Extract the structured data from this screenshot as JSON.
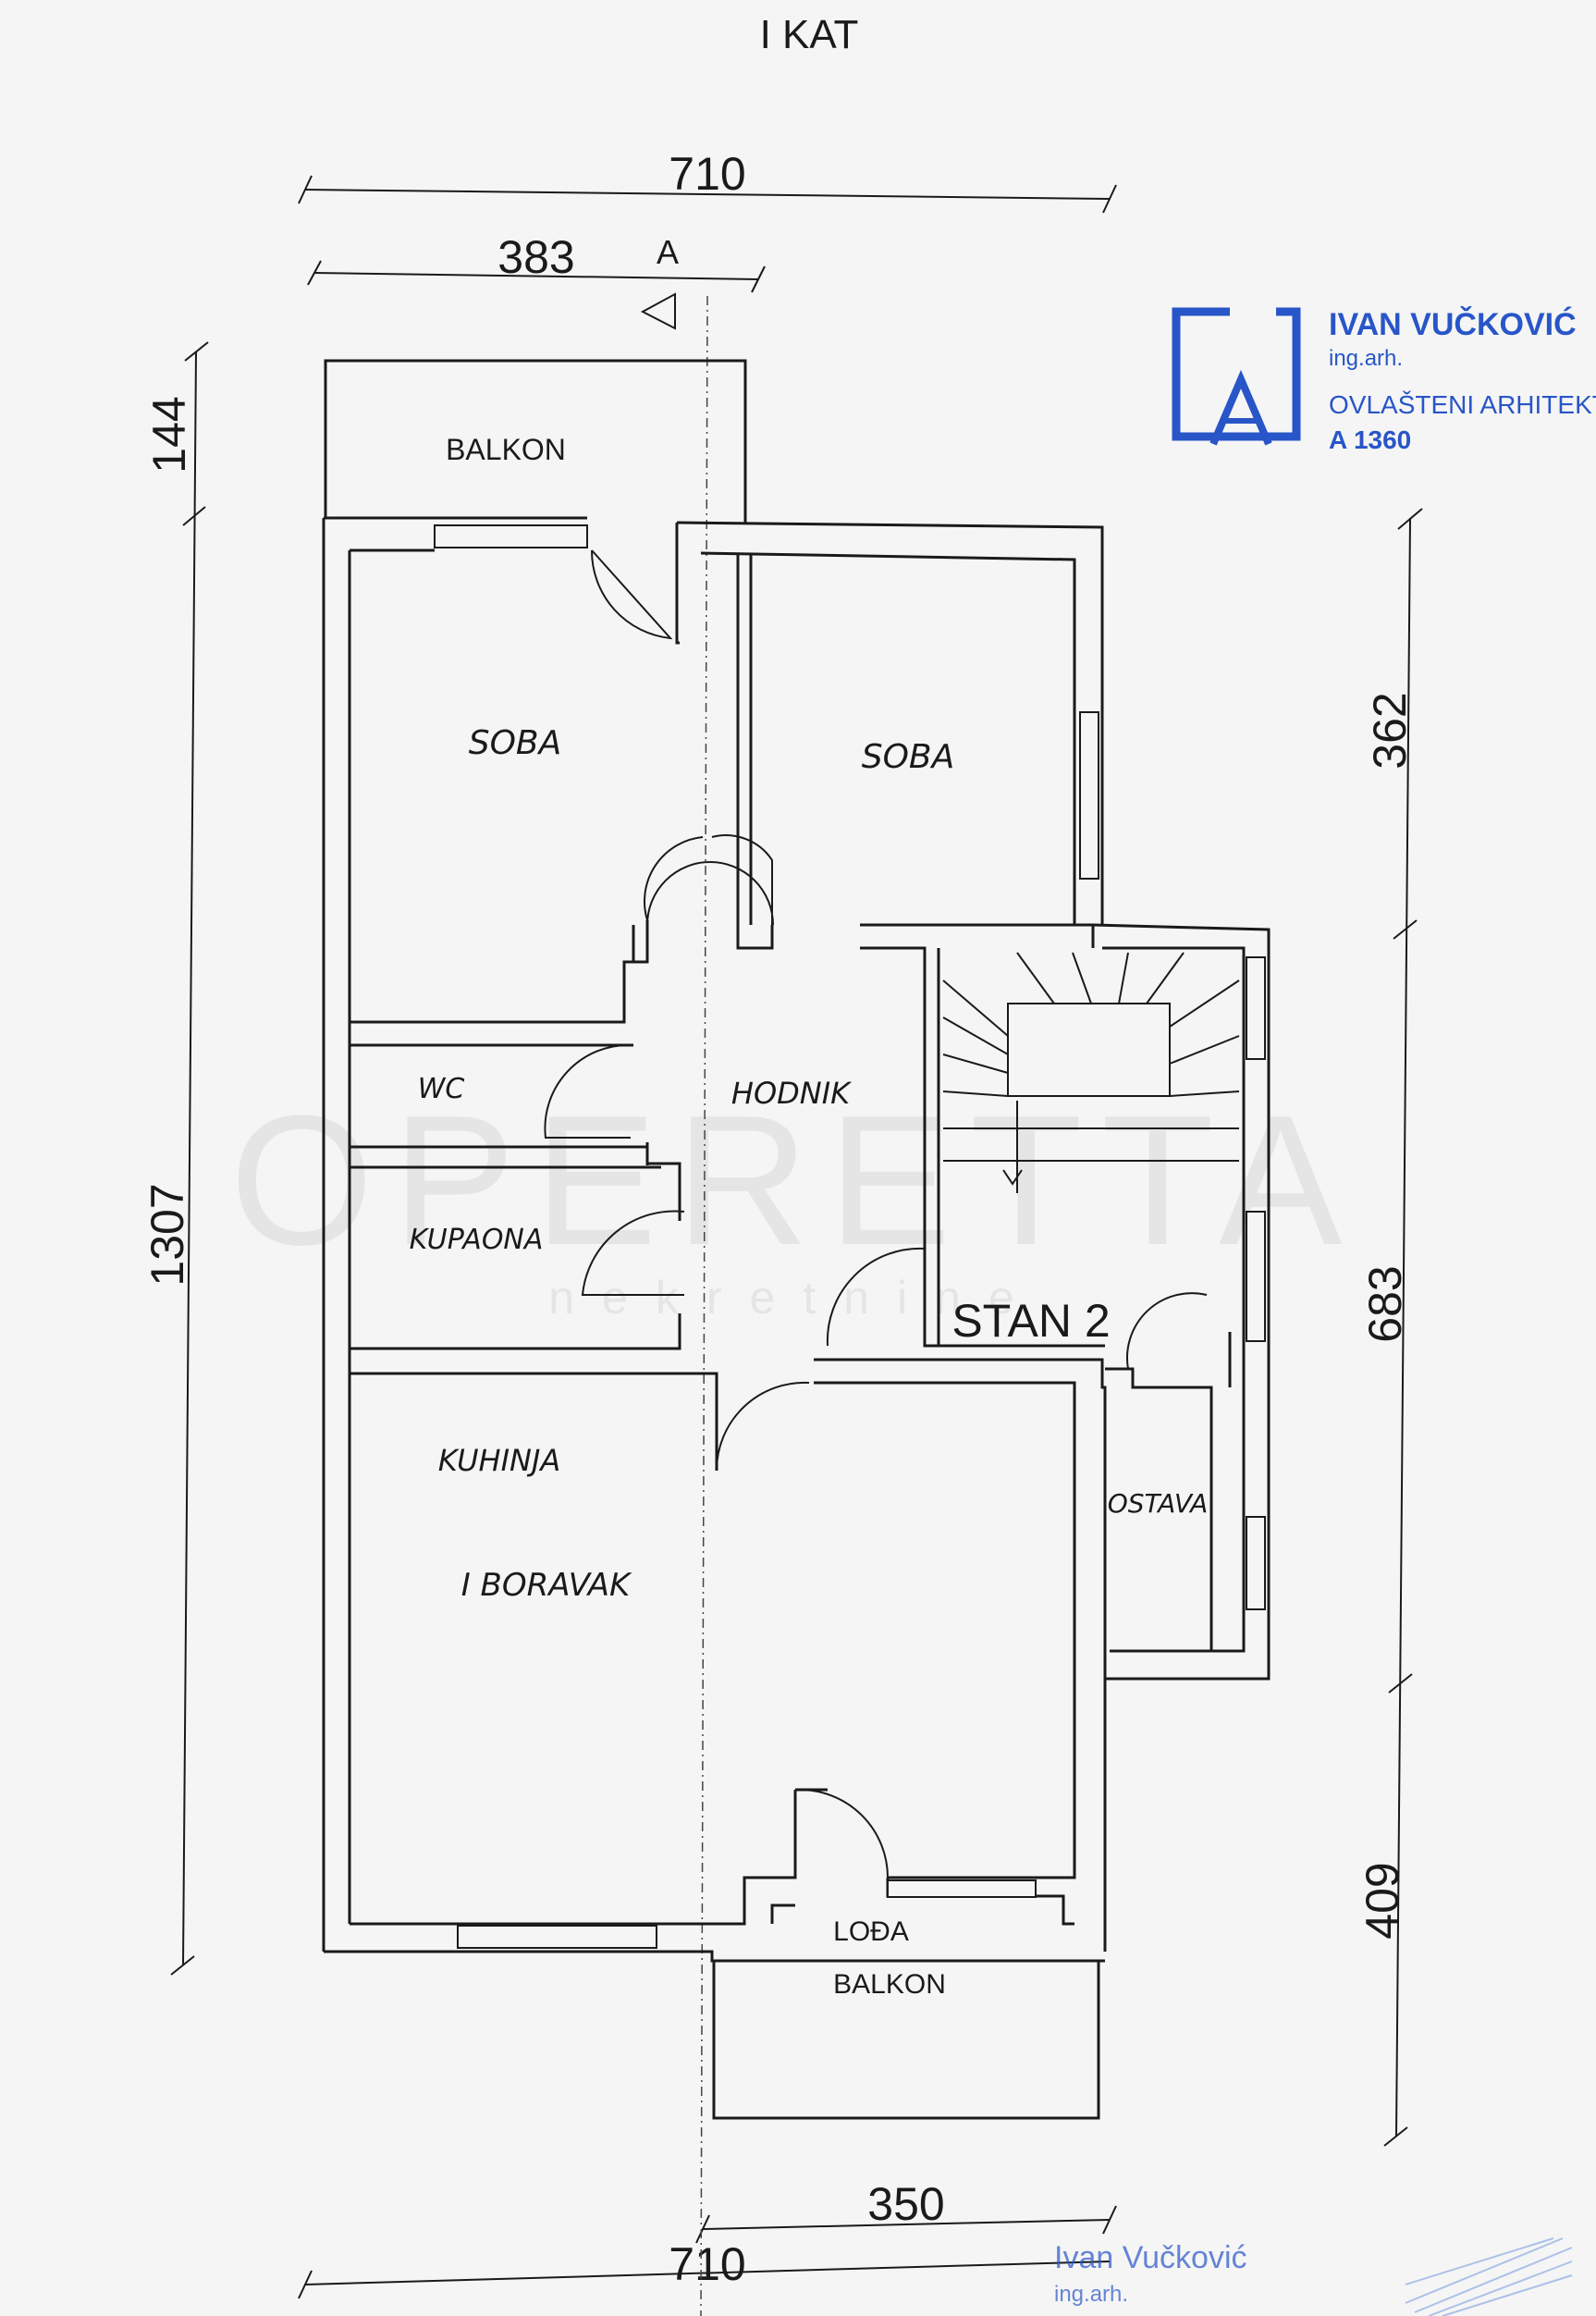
{
  "drawing": {
    "floor_title": "I KAT",
    "section_marker": "A",
    "dimensions": {
      "top_total": "710",
      "top_partial": "383",
      "left_total": "1307",
      "left_balcony": "144",
      "right_top": "362",
      "right_middle": "683",
      "right_bottom": "409",
      "bottom_partial": "350",
      "bottom_total": "710"
    },
    "rooms": {
      "balkon_top": "BALKON",
      "soba_left": "SOBA",
      "soba_right": "SOBA",
      "wc": "WC",
      "hodnik": "HODNIK",
      "kupaona": "KUPAONA",
      "stan": "STAN 2",
      "kuhinja": "KUHINJA",
      "boravak": "I BORAVAK",
      "ostava": "OSTAVA",
      "loda": "LOĐA",
      "balkon_bottom": "BALKON"
    }
  },
  "stamp": {
    "name": "IVAN VUČKOVIĆ",
    "title": "ing.arh.",
    "role": "OVLAŠTENI ARHITEKT",
    "number": "A 1360",
    "color": "#2855c8"
  },
  "signature": {
    "name": "Ivan Vučković",
    "title": "ing.arh."
  },
  "watermark": {
    "brand": "OPERETTA",
    "sub": "nekretnine"
  }
}
